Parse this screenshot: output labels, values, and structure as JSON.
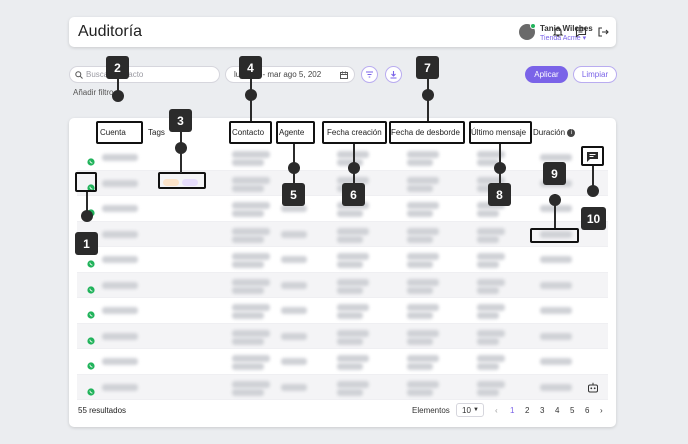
{
  "header": {
    "title": "Auditoría",
    "user_name": "Tania Wilches",
    "store_name": "Tienda Acme"
  },
  "filters": {
    "search_placeholder": "Buscar contacto",
    "date_range": "lu 2025 - mar ago 5, 202",
    "add_filter": "Añadir filtro",
    "apply": "Aplicar",
    "clear": "Limpiar"
  },
  "table": {
    "columns": [
      "Cuenta",
      "Tags",
      "Contacto",
      "Agente",
      "Fecha creación",
      "Fecha de desborde",
      "Último mensaje",
      "Duración"
    ]
  },
  "footer": {
    "results": "55 resultados",
    "items_label": "Elementos",
    "page_size": "10",
    "pages": [
      "1",
      "2",
      "3",
      "4",
      "5",
      "6"
    ]
  },
  "markers": [
    "1",
    "2",
    "3",
    "4",
    "5",
    "6",
    "7",
    "8",
    "9",
    "10"
  ],
  "colors": {
    "accent": "#7a63e8",
    "whatsapp": "#21b35b"
  }
}
